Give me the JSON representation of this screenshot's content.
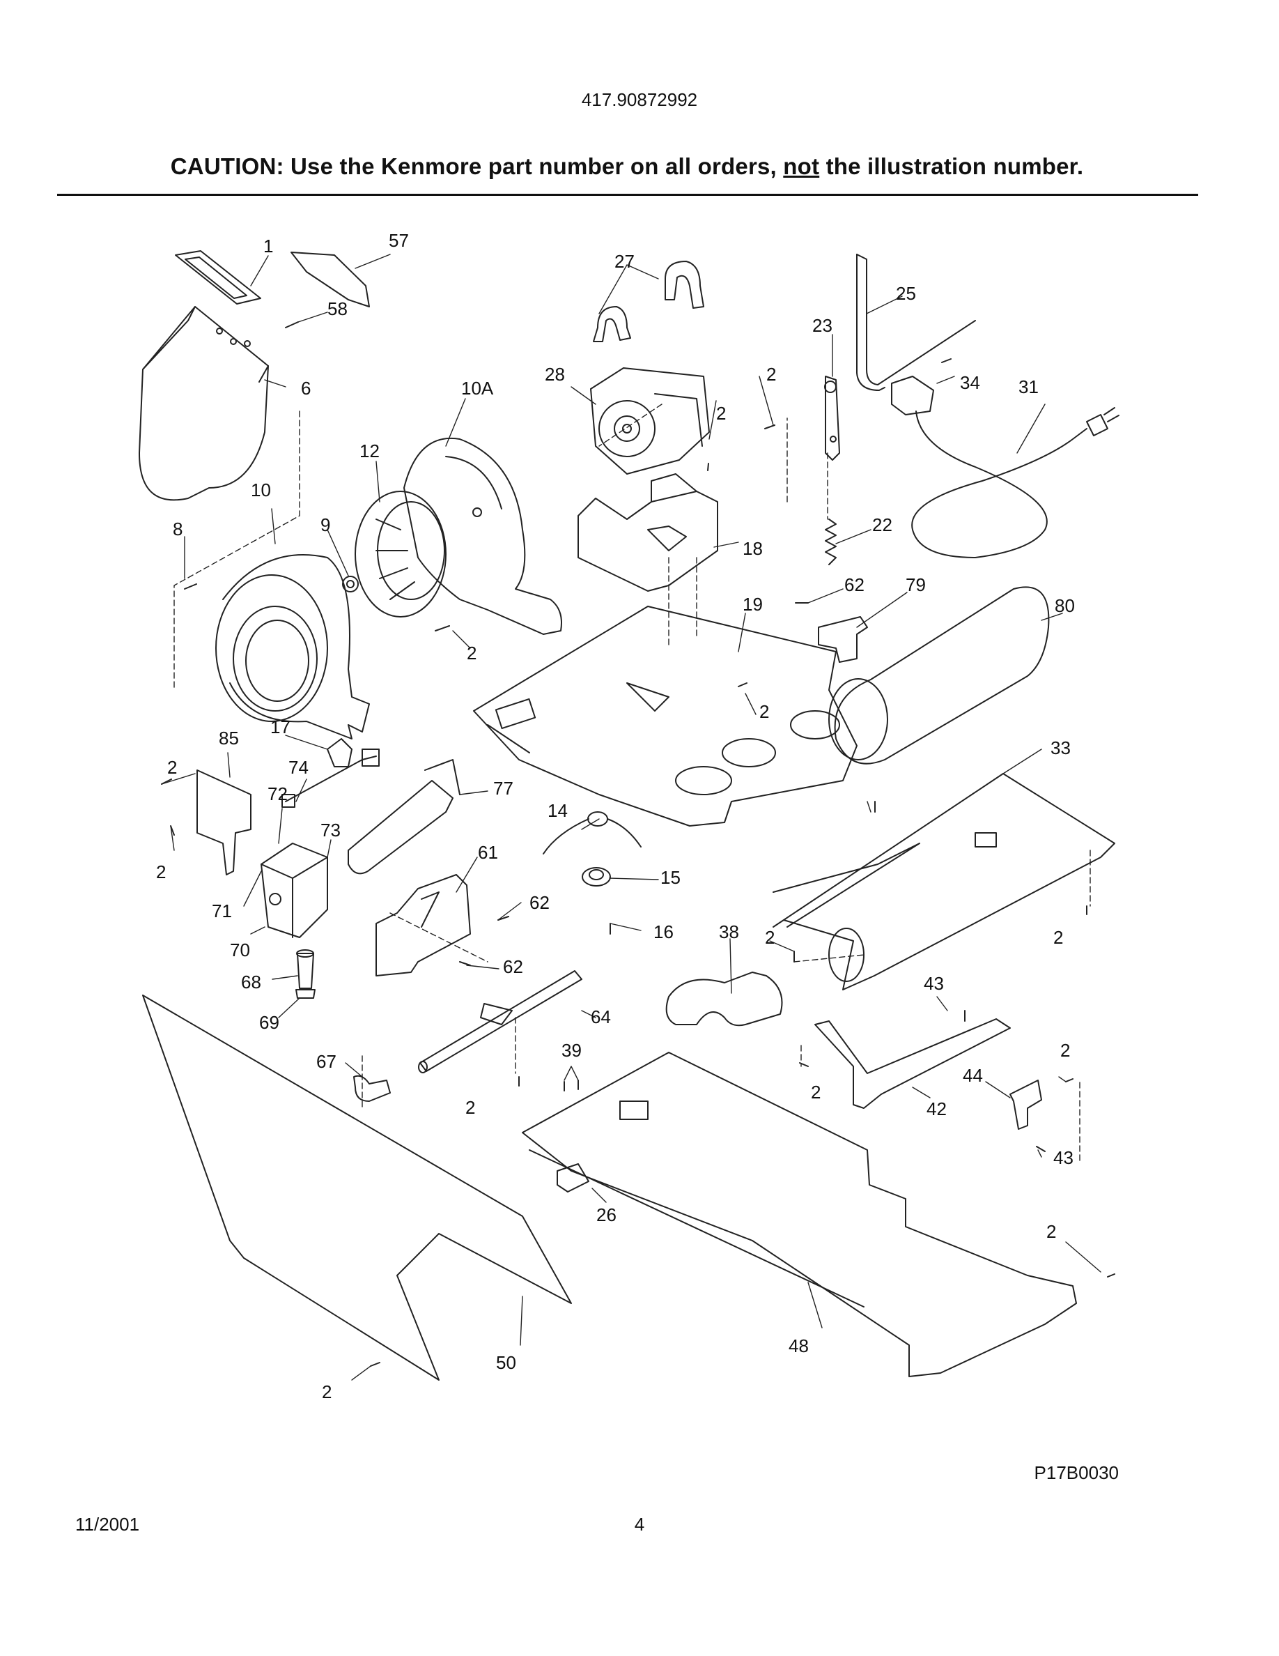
{
  "header": {
    "model_number": "417.90872992",
    "caution_prefix": "CAUTION: Use the Kenmore part number on all orders, ",
    "caution_emph": "not",
    "caution_suffix": " the illustration number."
  },
  "diagram": {
    "labels": [
      "1",
      "57",
      "58",
      "6",
      "10A",
      "12",
      "10",
      "9",
      "8",
      "2",
      "27",
      "28",
      "2",
      "2",
      "25",
      "23",
      "34",
      "31",
      "22",
      "18",
      "19",
      "62",
      "79",
      "80",
      "2",
      "17",
      "85",
      "2",
      "74",
      "72",
      "77",
      "73",
      "2",
      "14",
      "61",
      "71",
      "15",
      "62",
      "16",
      "70",
      "62",
      "38",
      "2",
      "33",
      "2",
      "68",
      "69",
      "64",
      "43",
      "67",
      "39",
      "2",
      "44",
      "2",
      "2",
      "42",
      "43",
      "26",
      "2",
      "50",
      "48",
      "2"
    ]
  },
  "footer": {
    "drawing_code": "P17B0030",
    "date": "11/2001",
    "page_number": "4"
  }
}
